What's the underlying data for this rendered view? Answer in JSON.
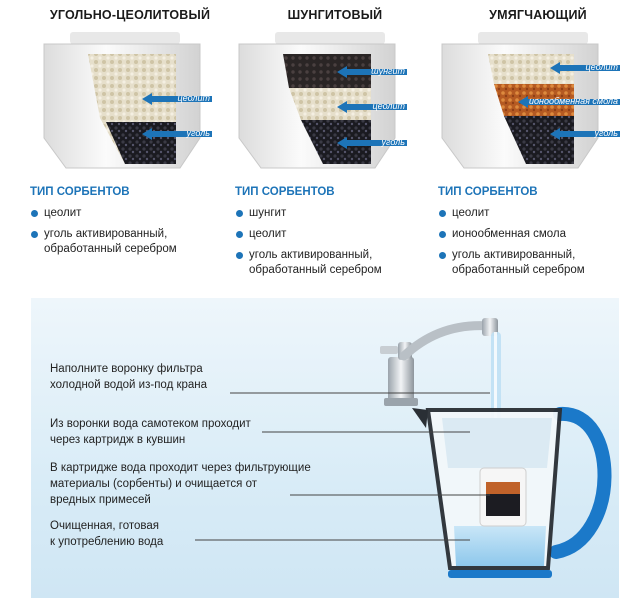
{
  "filters": [
    {
      "title": "УГОЛЬНО-ЦЕОЛИТОВЫЙ",
      "arrow_labels": [
        "цеолит",
        "уголь"
      ],
      "sorbent_heading": "ТИП СОРБЕНТОВ",
      "sorbents": [
        "цеолит",
        "уголь активированный,\nобработанный серебром"
      ]
    },
    {
      "title": "ШУНГИТОВЫЙ",
      "arrow_labels": [
        "шунгит",
        "цеолит",
        "уголь"
      ],
      "sorbent_heading": "ТИП СОРБЕНТОВ",
      "sorbents": [
        "шунгит",
        "цеолит",
        "уголь активированный,\nобработанный серебром"
      ]
    },
    {
      "title": "УМЯГЧАЮЩИЙ",
      "arrow_labels": [
        "цеолит",
        "ионообменная смола",
        "уголь"
      ],
      "sorbent_heading": "ТИП СОРБЕНТОВ",
      "sorbents": [
        "цеолит",
        "ионообменная смола",
        "уголь активированный,\nобработанный серебром"
      ]
    }
  ],
  "steps": [
    "Наполните воронку фильтра\nхолодной водой из-под крана",
    "Из воронки вода самотеком проходит\nчерез картридж в кувшин",
    "В картридже вода проходит через фильтрующие\nматериалы (сорбенты) и очищается от\nвредных примесей",
    "Очищенная, готовая\nк употреблению вода"
  ],
  "colors": {
    "accent": "#1d74b8",
    "zeolite": "#e9e2cf",
    "coal": "#1c1c22",
    "shungite": "#2a2525",
    "resin": "#c0622a",
    "pitcher_handle": "#1b79c9"
  }
}
